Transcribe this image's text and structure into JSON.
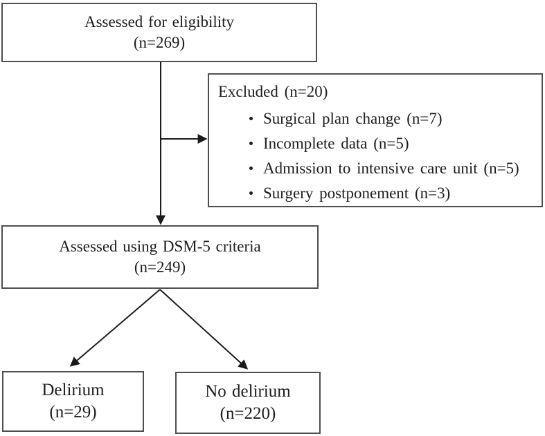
{
  "boxes": {
    "eligibility": {
      "label": "Assessed for eligibility",
      "count": "(n=269)"
    },
    "excluded": {
      "title": "Excluded (n=20)",
      "items": [
        "Surgical plan change (n=7)",
        "Incomplete data (n=5)",
        "Admission to intensive care unit (n=5)",
        "Surgery postponement (n=3)"
      ]
    },
    "dsm5": {
      "label": "Assessed using DSM-5 criteria",
      "count": "(n=249)"
    },
    "delirium": {
      "label": "Delirium",
      "count": "(n=29)"
    },
    "no_delirium": {
      "label": "No delirium",
      "count": "(n=220)"
    }
  },
  "colors": {
    "border": "#4e4e4e",
    "text": "#1d1d1d",
    "arrow": "#1a1a1a",
    "background": "#ffffff"
  }
}
